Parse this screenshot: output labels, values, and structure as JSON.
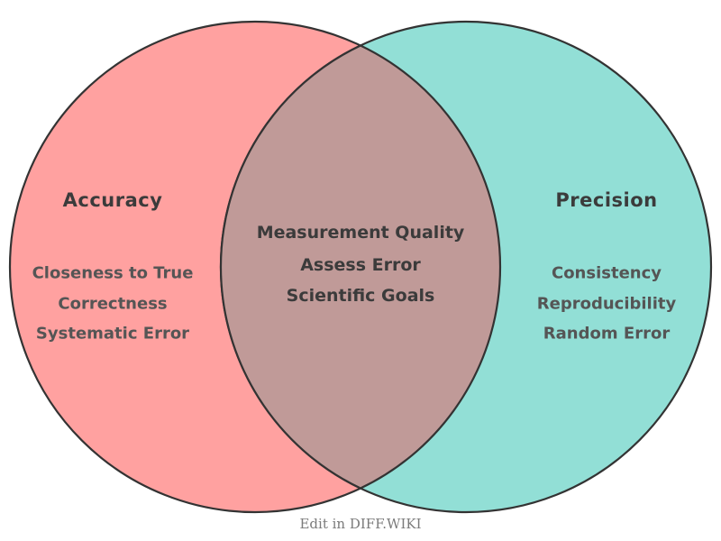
{
  "diagram": {
    "type": "venn",
    "left_set": {
      "title": "Accuracy",
      "items": [
        "Closeness to True",
        "Correctness",
        "Systematic Error"
      ],
      "color": "#FFA1A0"
    },
    "right_set": {
      "title": "Precision",
      "items": [
        "Consistency",
        "Reproducibility",
        "Random Error"
      ],
      "color": "#92DFD6"
    },
    "intersection": {
      "items": [
        "Measurement Quality",
        "Assess Error",
        "Scientific Goals"
      ],
      "color": "#C09A98"
    },
    "outline_color": "#333333",
    "title_color": "#3b3b3b",
    "item_color": "#555555"
  },
  "footer": {
    "caption": "Edit in DIFF.WIKI",
    "color": "#7b7b7b"
  }
}
